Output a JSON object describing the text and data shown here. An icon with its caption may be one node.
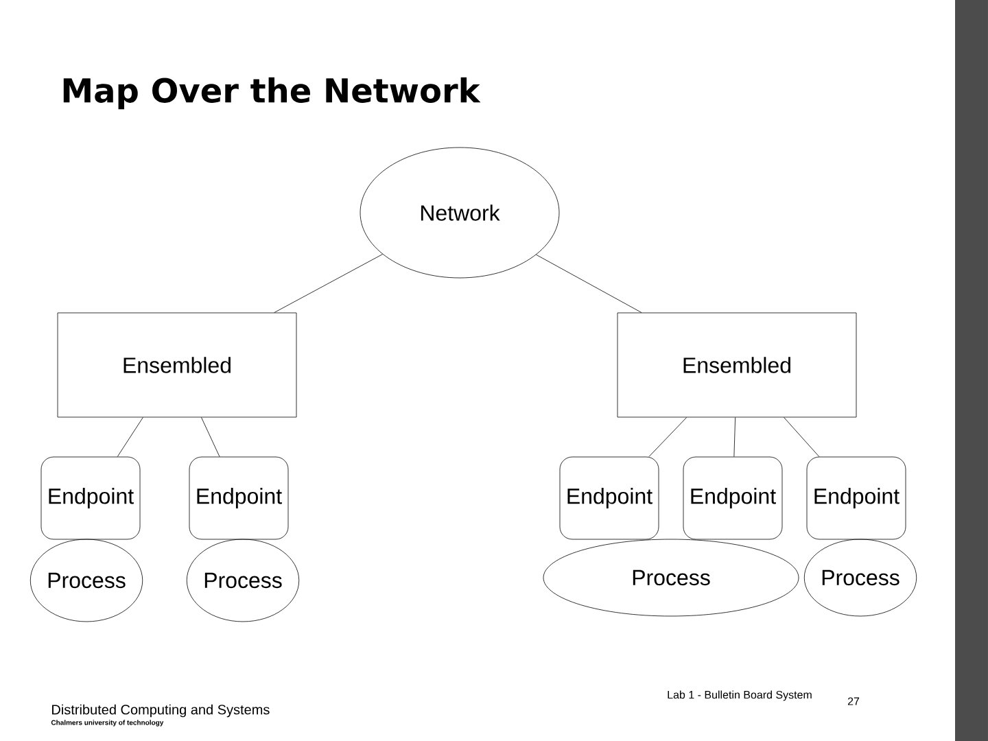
{
  "diagram": {
    "title": "Map Over the Network",
    "nodes": [
      {
        "text": [
          "Network"
        ]
      },
      {
        "text": [
          "Ensembled"
        ]
      },
      {
        "text": [
          "Ensembled"
        ]
      },
      {
        "text": [
          "Endpoint"
        ]
      },
      {
        "text": [
          "Endpoint"
        ]
      },
      {
        "text": [
          "Endpoint"
        ]
      },
      {
        "text": [
          "Endpoint"
        ]
      },
      {
        "text": [
          "Endpoint"
        ]
      },
      {
        "text": [
          "Process"
        ]
      },
      {
        "text": [
          "Process"
        ]
      },
      {
        "text": [
          "Process"
        ]
      },
      {
        "text": [
          "Process"
        ]
      }
    ],
    "edges": [
      {
        "from": 0,
        "to": 1,
        "arrow": "none"
      },
      {
        "from": 0,
        "to": 2,
        "arrow": "none"
      },
      {
        "from": 1,
        "to": 3,
        "arrow": "none"
      },
      {
        "from": 1,
        "to": 4,
        "arrow": "none"
      },
      {
        "from": 2,
        "to": 5,
        "arrow": "none"
      },
      {
        "from": 2,
        "to": 6,
        "arrow": "none"
      },
      {
        "from": 2,
        "to": 7,
        "arrow": "none"
      }
    ],
    "labels": [
      "Lab 1 - Bulletin Board System",
      "27",
      "Distributed Computing and Systems",
      "Chalmers university of technology"
    ]
  }
}
